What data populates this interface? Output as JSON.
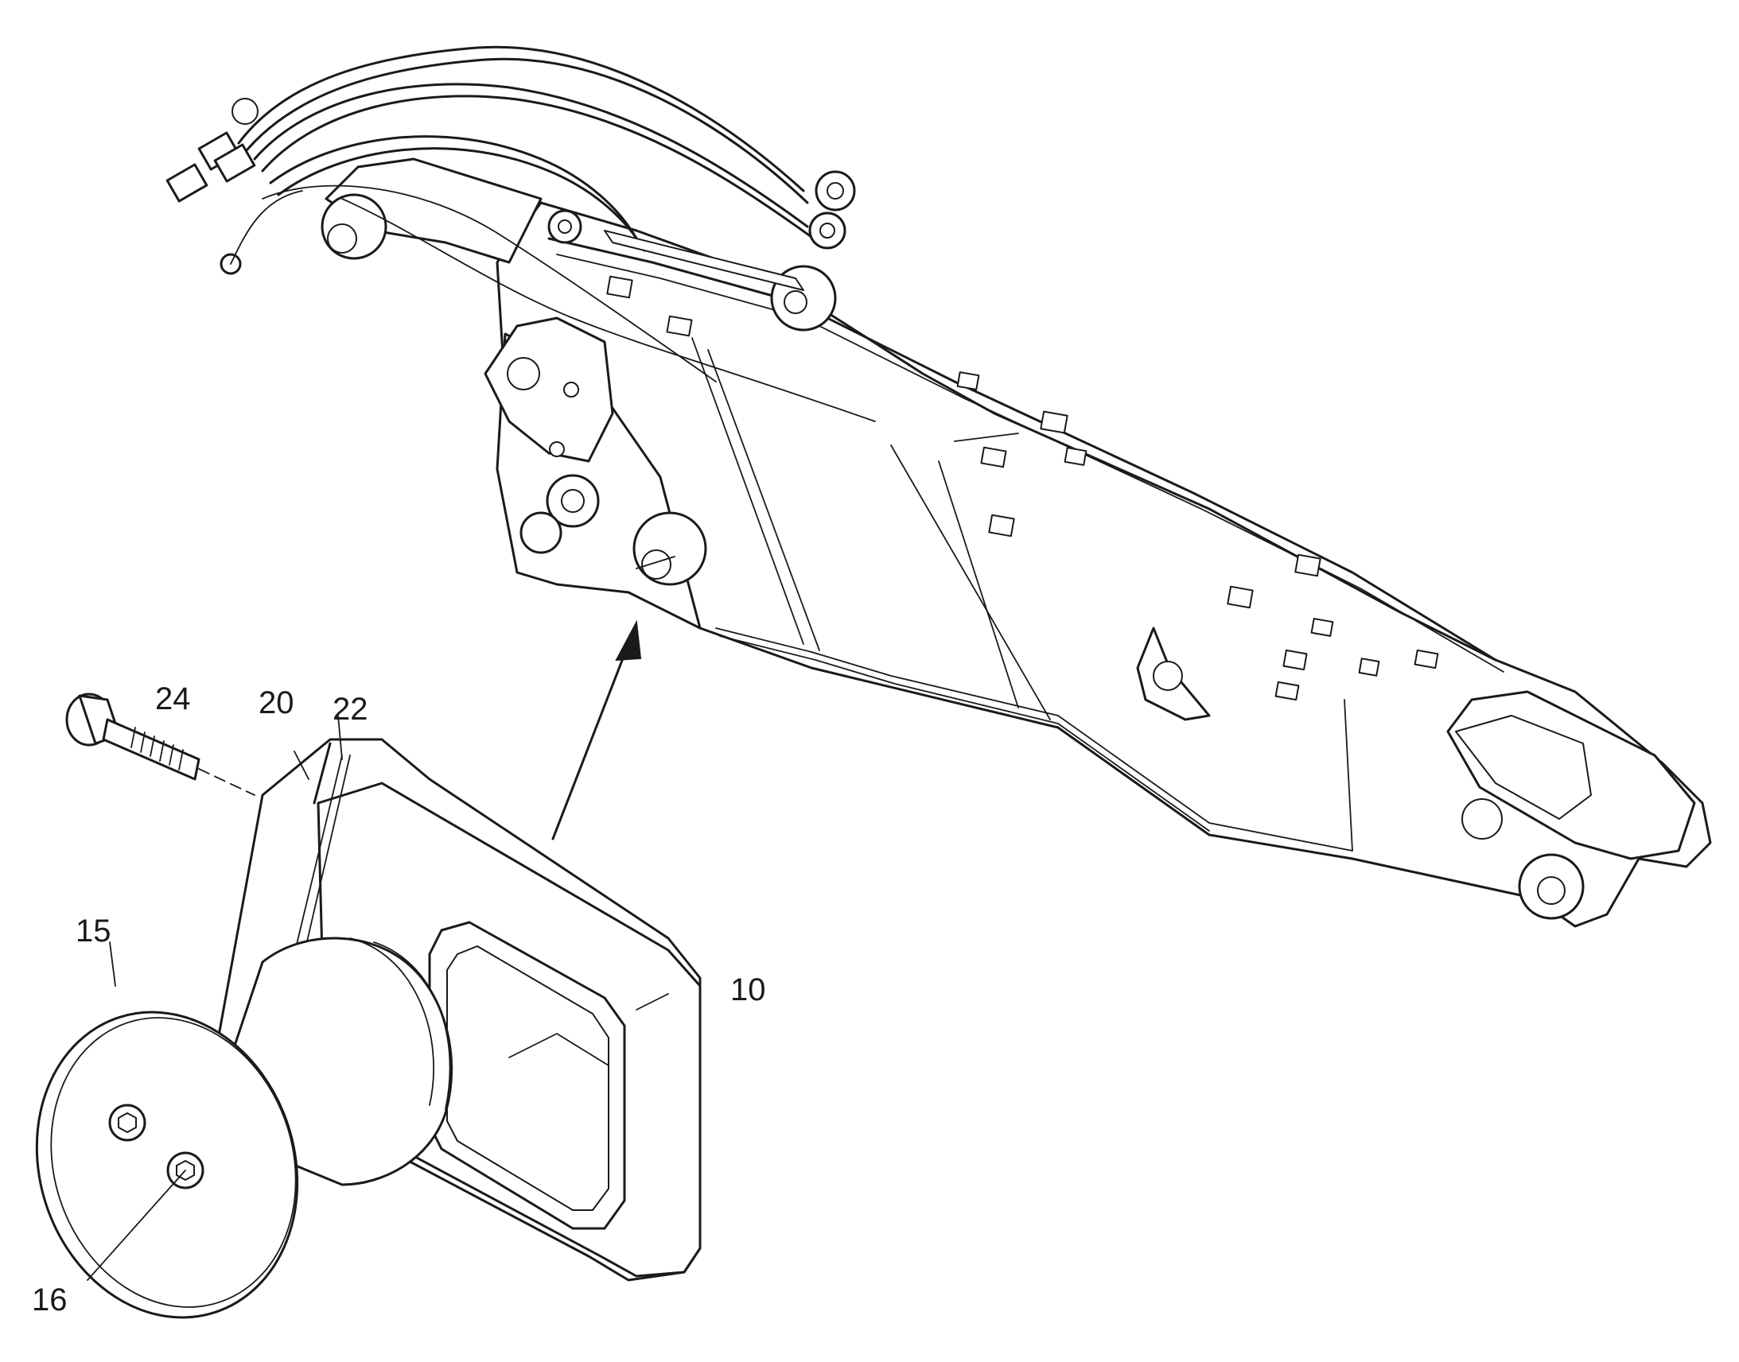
{
  "labels": {
    "screw": "24",
    "bracket": "20",
    "shim": "22",
    "roller": "15",
    "roller_bolt": "16",
    "block": "10"
  },
  "colors": {
    "line": "#1a1a1a",
    "background": "#ffffff"
  }
}
